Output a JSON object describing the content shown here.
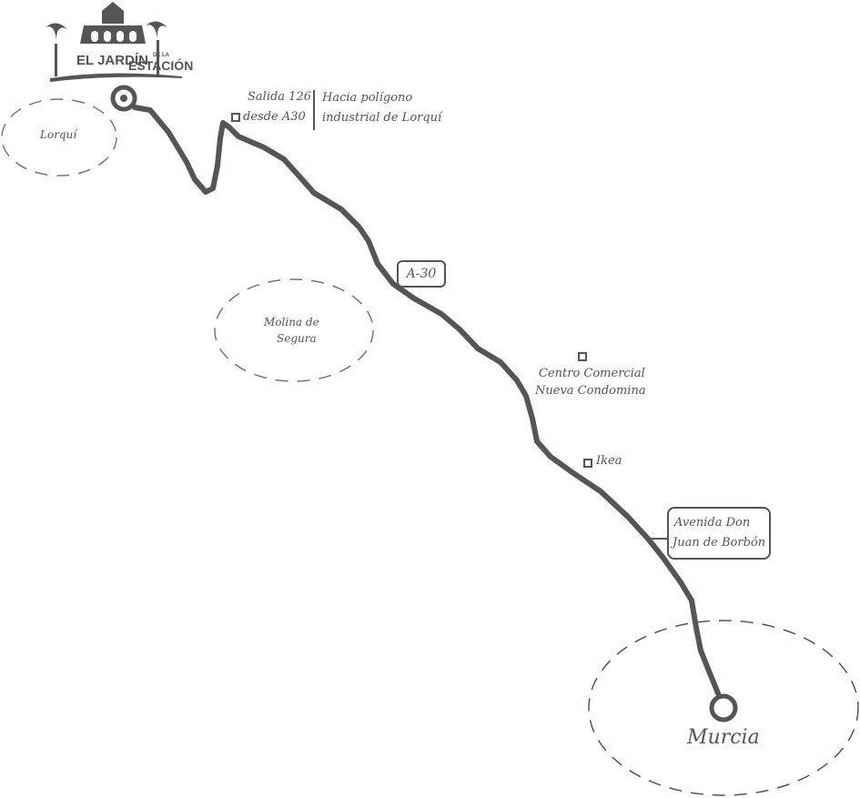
{
  "logo": {
    "line1": "EL JARDÍN",
    "small": "DE LA",
    "line2": "ESTACIÓN"
  },
  "colors": {
    "route": "#555555",
    "dashed_area": "#777777",
    "background": "#ffffff"
  },
  "places": {
    "lorqui": "Lorquí",
    "molina_line1": "Molina de",
    "molina_line2": "Segura",
    "murcia": "Murcia"
  },
  "landmarks": {
    "exit_line1": "Salida 126",
    "exit_line2": "desde A30",
    "towards_line1": "Hacia polígono",
    "towards_line2": "industrial de Lorquí",
    "road": "A-30",
    "mall_line1": "Centro Comercial",
    "mall_line2": "Nueva Condomina",
    "ikea": "Ikea",
    "avenue_line1": "Avenida Don",
    "avenue_line2": "Juan de Borbón"
  }
}
